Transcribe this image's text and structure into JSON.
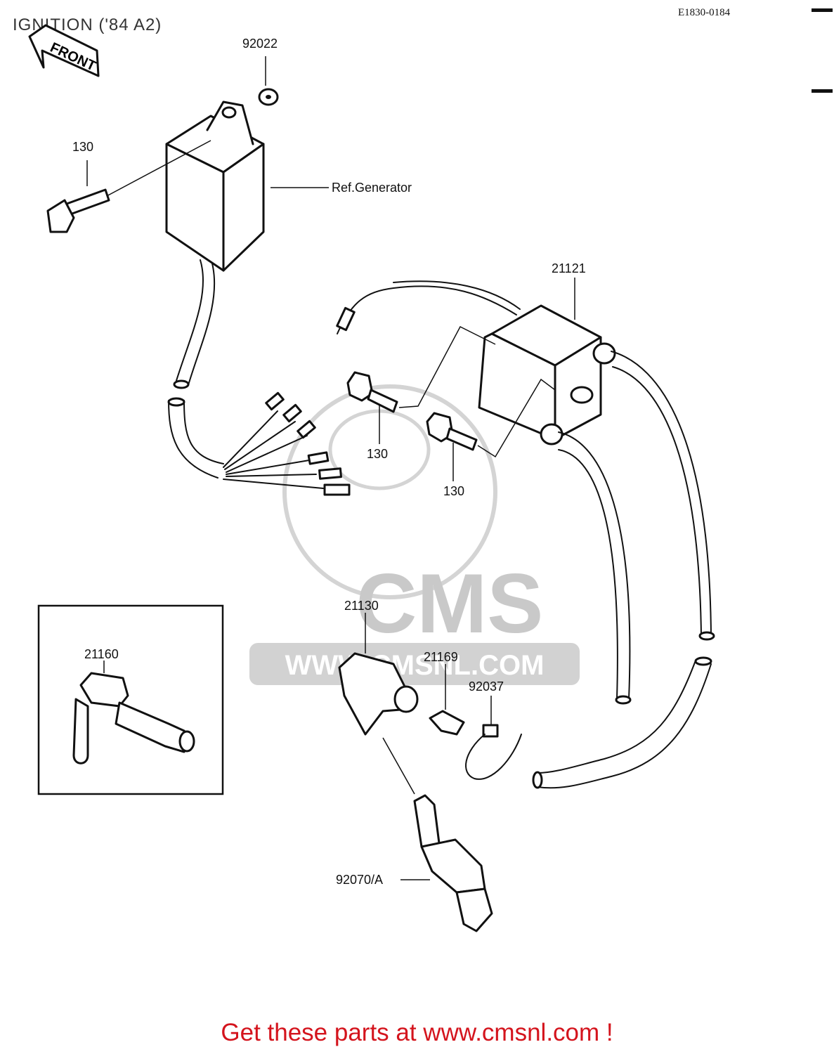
{
  "title": "IGNITION ('84 A2)",
  "doc_id": "E1830-0184",
  "front_label": "FRONT",
  "reference_label": "Ref.Generator",
  "watermark": {
    "brand": "CMS",
    "url": "WWW.CMSNL.COM"
  },
  "part_numbers": {
    "washer": "92022",
    "bolt_cdi": "130",
    "coil": "21121",
    "bolt_coil_a": "130",
    "bolt_coil_b": "130",
    "cap_optional": "21160",
    "cap": "21130",
    "clamp": "21169",
    "band": "92037",
    "spark_plug": "92070/A"
  },
  "footer_cta": "Get these parts at www.cmsnl.com !",
  "colors": {
    "cta": "#d4141d",
    "watermark": "#c9c9c9",
    "line": "#111111"
  }
}
